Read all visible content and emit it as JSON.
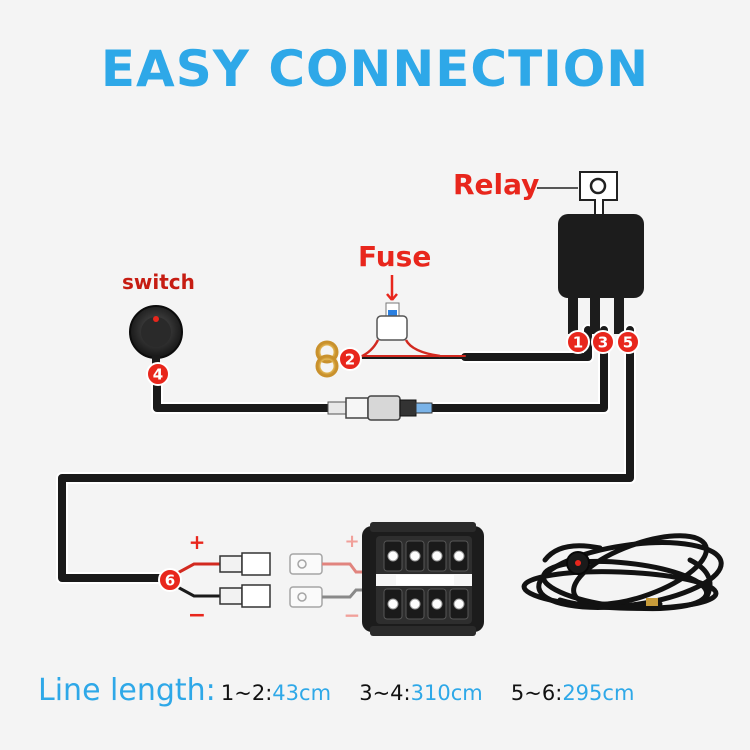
{
  "title": "EASY CONNECTION",
  "labels": {
    "relay": "Relay",
    "fuse": "Fuse",
    "switch": "switch",
    "plus": "+",
    "minus": "−"
  },
  "pins": {
    "p1": "1",
    "p2": "2",
    "p3": "3",
    "p4": "4",
    "p5": "5",
    "p6": "6"
  },
  "footer": {
    "lead": "Line length:",
    "segments": [
      {
        "range": "1~2:",
        "length": "43cm"
      },
      {
        "range": "3~4:",
        "length": "310cm"
      },
      {
        "range": "5~6:",
        "length": "295cm"
      }
    ]
  },
  "colors": {
    "title": "#2ea8e8",
    "label_red": "#e8261c",
    "wire": "#1a1a1a",
    "wire_outline": "#ffffff",
    "pin_red": "#e8261c"
  }
}
